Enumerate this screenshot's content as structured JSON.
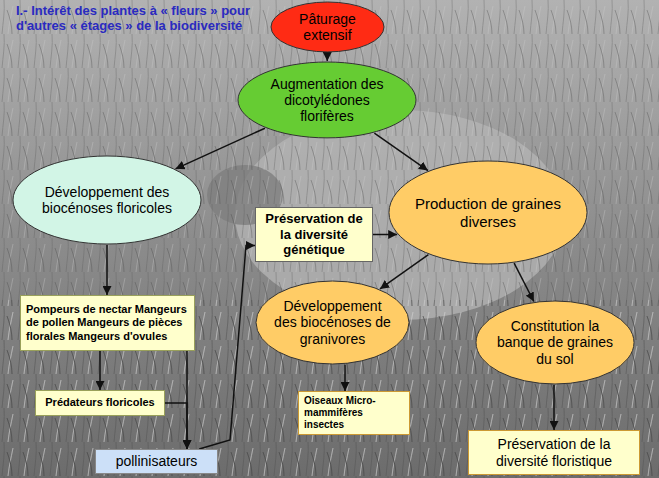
{
  "diagram": {
    "title": "I.- Intérêt des plantes à « fleurs » pour d'autres « étages » de la biodiversité",
    "nodes": [
      {
        "text": [
          "Pâturage extensif"
        ]
      },
      {
        "text": [
          "Augmentation des dicotylédones florifères"
        ]
      },
      {
        "text": [
          "Développement des biocénoses floricoles"
        ]
      },
      {
        "text": [
          "Préservation de la diversité génétique"
        ]
      },
      {
        "text": [
          "Production de graines diverses"
        ]
      },
      {
        "text": [
          "Pompeurs de nectar Mangeurs de pollen Mangeurs de pièces florales Mangeurs d'ovules"
        ]
      },
      {
        "text": [
          "Développement des biocénoses de granivores"
        ]
      },
      {
        "text": [
          "Constitution la banque de graines du sol"
        ]
      },
      {
        "text": [
          "Prédateurs floricoles"
        ]
      },
      {
        "text": [
          "Oiseaux Micro-mammifères insectes"
        ]
      },
      {
        "text": [
          "pollinisateurs"
        ]
      },
      {
        "text": [
          "Préservation de la diversité floristique"
        ]
      }
    ],
    "edges": [
      {
        "from": 0,
        "to": 1,
        "arrow": "to"
      },
      {
        "from": 1,
        "to": 2,
        "arrow": "to"
      },
      {
        "from": 1,
        "to": 4,
        "arrow": "to"
      },
      {
        "from": 2,
        "to": 5,
        "arrow": "to"
      },
      {
        "from": 5,
        "to": 8,
        "arrow": "to"
      },
      {
        "from": 8,
        "to": 10,
        "arrow": "to"
      },
      {
        "from": 5,
        "to": 10,
        "arrow": "to"
      },
      {
        "from": 10,
        "to": 3,
        "arrow": "to"
      },
      {
        "from": 3,
        "to": 4,
        "arrow": "to"
      },
      {
        "from": 4,
        "to": 6,
        "arrow": "to"
      },
      {
        "from": 4,
        "to": 7,
        "arrow": "to"
      },
      {
        "from": 6,
        "to": 9,
        "arrow": "to"
      },
      {
        "from": 7,
        "to": 11,
        "arrow": "to"
      }
    ]
  }
}
